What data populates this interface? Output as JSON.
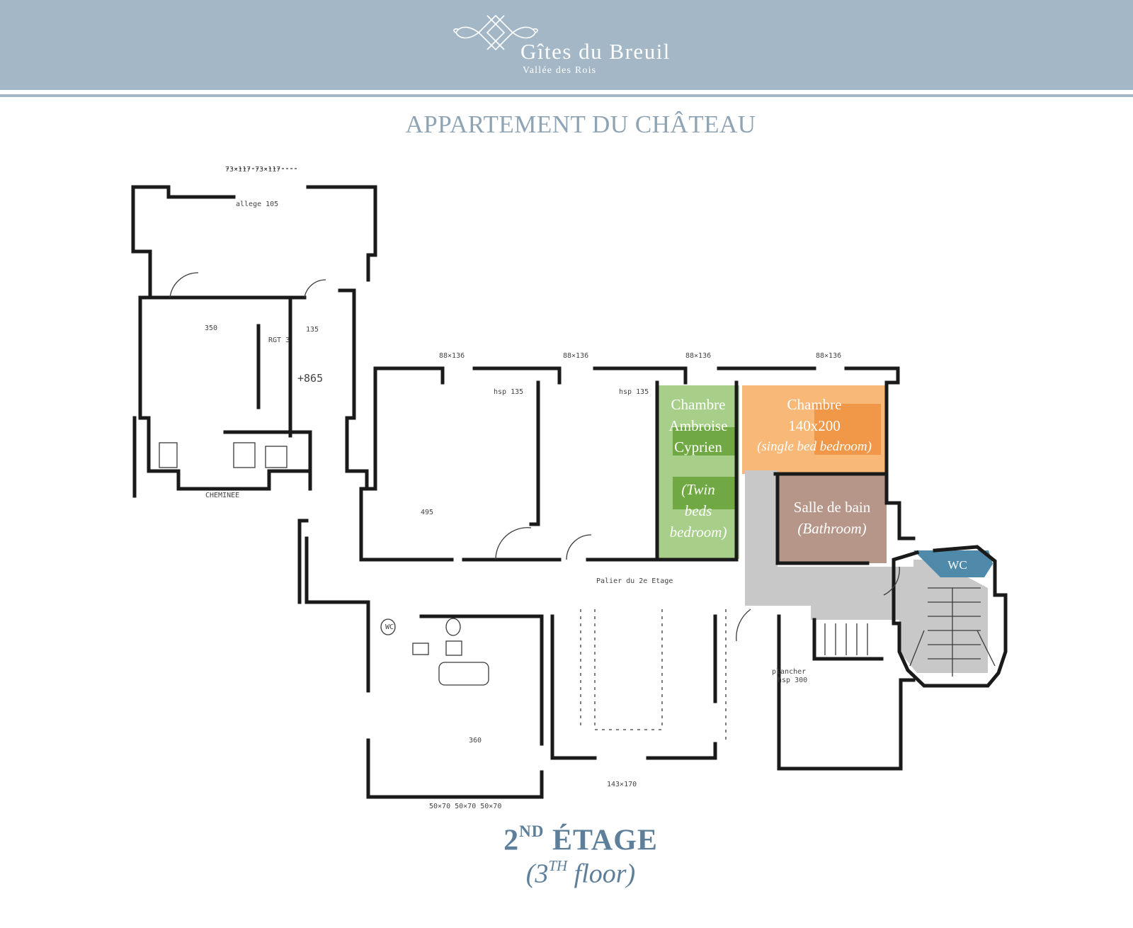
{
  "header": {
    "brand_name": "Gîtes du Breuil",
    "brand_subtitle": "Vallée des Rois",
    "background_color": "#a3b7c6",
    "logo_icon": "crest-icon"
  },
  "page_title": "APPARTEMENT DU CHÂTEAU",
  "rooms": {
    "ambroise": {
      "line1": "Chambre",
      "line2": "Ambroise",
      "line3": "Cyprien",
      "en1": "(Twin",
      "en2": "beds",
      "en3": "bedroom)",
      "color": "#a8cf8a"
    },
    "chambre_140": {
      "line1": "Chambre",
      "line2": "140x200",
      "en1": "(single bed bedroom)",
      "color": "#f8b878"
    },
    "bathroom": {
      "line1": "Salle de bain",
      "en1": "(Bathroom)",
      "color": "#b7968a"
    },
    "wc": {
      "line1": "WC",
      "color": "#4f8aaa"
    },
    "corridor_color": "#c8c8c8"
  },
  "plan_notes": {
    "allege": "allege 105",
    "cheminee": "CHEMINEE",
    "rgt": "RGT 3",
    "height": "+865",
    "hsp1": "hsp 135",
    "hsp2": "hsp 135",
    "palier": "Palier du 2e Etage",
    "plancher": "plancher",
    "hsp3": "hsp 300",
    "wc_small": "WC",
    "dim_top": "73×117  73×117",
    "dim_88_1": "88×136",
    "dim_88_2": "88×136",
    "dim_88_3": "88×136",
    "dim_88_4": "88×136",
    "dim_bottom": "50×70  50×70  50×70",
    "dim_143": "143×170",
    "dim_350": "350",
    "dim_135": "135",
    "dim_495": "495",
    "dim_360": "360"
  },
  "floor": {
    "title": "2",
    "title_sup": "ND",
    "title_rest": " ÉTAGE",
    "sub_open": "(3",
    "sub_sup": "TH",
    "sub_rest": " floor)"
  }
}
